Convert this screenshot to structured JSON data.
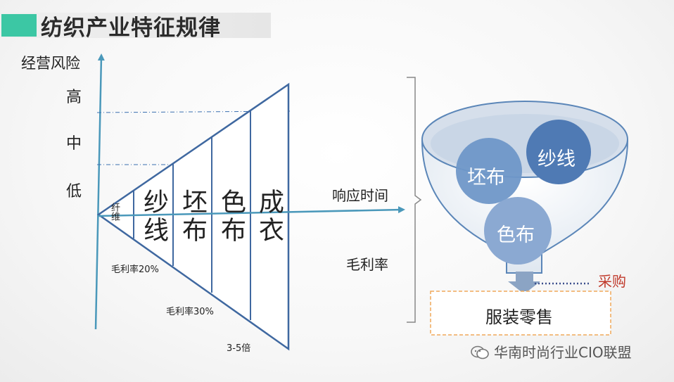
{
  "title": "纺织产业特征规律",
  "y_axis": {
    "label": "经营风险",
    "levels": [
      "高",
      "中",
      "低"
    ]
  },
  "stages": [
    "纤维",
    "纱线",
    "坯布",
    "色布",
    "成衣"
  ],
  "axis_labels": {
    "response_time": "响应时间",
    "gross_margin": "毛利率"
  },
  "margins": [
    "毛利率20%",
    "毛利率30%",
    "3-5倍"
  ],
  "funnel": {
    "bubbles": [
      "坯布",
      "纱线",
      "色布"
    ],
    "procurement": "采购",
    "retail": "服装零售"
  },
  "footer": "华南时尚行业CIO联盟",
  "colors": {
    "accent": "#3cc7a4",
    "axis": "#4a98ba",
    "triangle_stroke": "#3f68a0",
    "bubble": "#6f97c8",
    "bubble_dark": "#4f7ab4",
    "funnel_fill": "#dde6ef",
    "procurement": "#c0392b",
    "retail_border": "#f0a95a",
    "dots": "#3c4f8c"
  }
}
